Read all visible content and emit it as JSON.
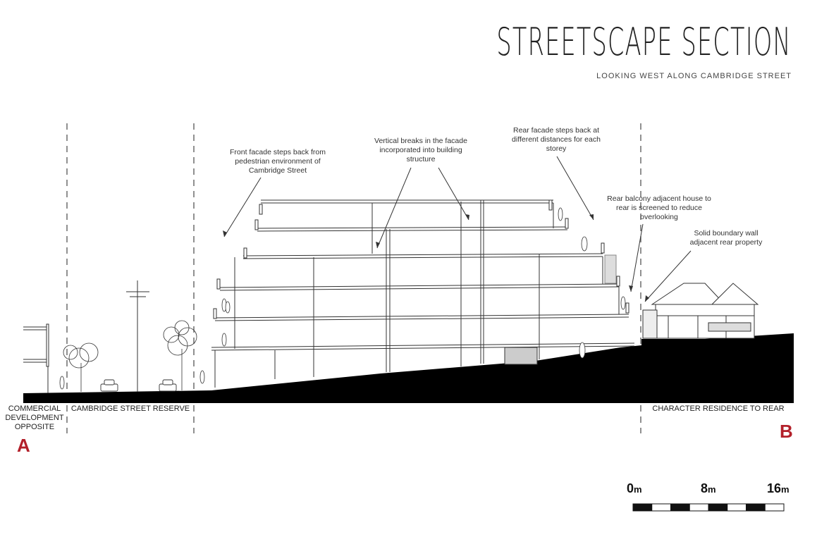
{
  "title": "STREETSCAPE SECTION",
  "subtitle": "LOOKING WEST ALONG CAMBRIDGE STREET",
  "annotations": {
    "front_facade": "Front facade steps back from pedestrian environment of Cambridge Street",
    "vertical_breaks": "Vertical breaks in the facade incorporated into building structure",
    "rear_facade": "Rear facade steps back at different distances for each storey",
    "rear_balcony": "Rear balcony adjacent house to rear is screened to reduce overlooking",
    "boundary_wall": "Solid boundary wall adjacent rear property"
  },
  "zones": {
    "commercial": "COMMERCIAL DEVELOPMENT OPPOSITE",
    "street_reserve": "CAMBRIDGE  STREET RESERVE",
    "residence": "CHARACTER RESIDENCE TO REAR"
  },
  "markers": {
    "start": "A",
    "end": "B"
  },
  "scale": {
    "labels": [
      {
        "value": "0",
        "unit": "m"
      },
      {
        "value": "8",
        "unit": "m"
      },
      {
        "value": "16",
        "unit": "m"
      }
    ]
  },
  "colors": {
    "marker": "#b3202a",
    "ground": "#000000",
    "line": "#333333"
  }
}
